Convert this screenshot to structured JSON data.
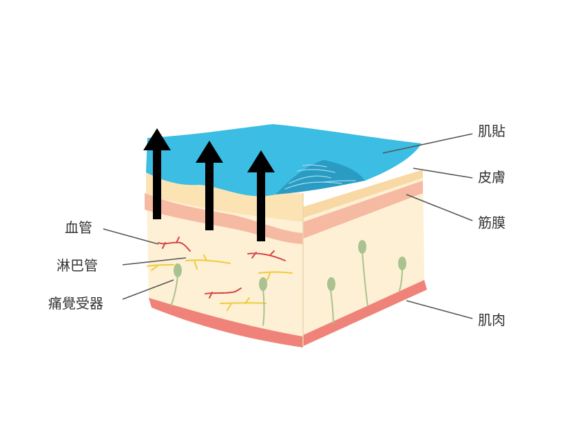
{
  "labels": {
    "tape": "肌貼",
    "skin": "皮膚",
    "fascia": "筋膜",
    "muscle": "肌肉",
    "blood_vessel": "血管",
    "lymph_vessel": "淋巴管",
    "pain_receptor": "痛覺受器"
  },
  "colors": {
    "tape": "#3cbde4",
    "tape_dark": "#2a9cc4",
    "skin": "#fbe3b4",
    "tissue": "#fdf0d4",
    "fascia": "#f6b9a1",
    "muscle": "#ef8379",
    "vessel": "#d4464a",
    "lymph": "#eecb3c",
    "receptor": "#a9c290",
    "arrow": "#000000",
    "leader": "#555555"
  },
  "arrows_direction": "up"
}
